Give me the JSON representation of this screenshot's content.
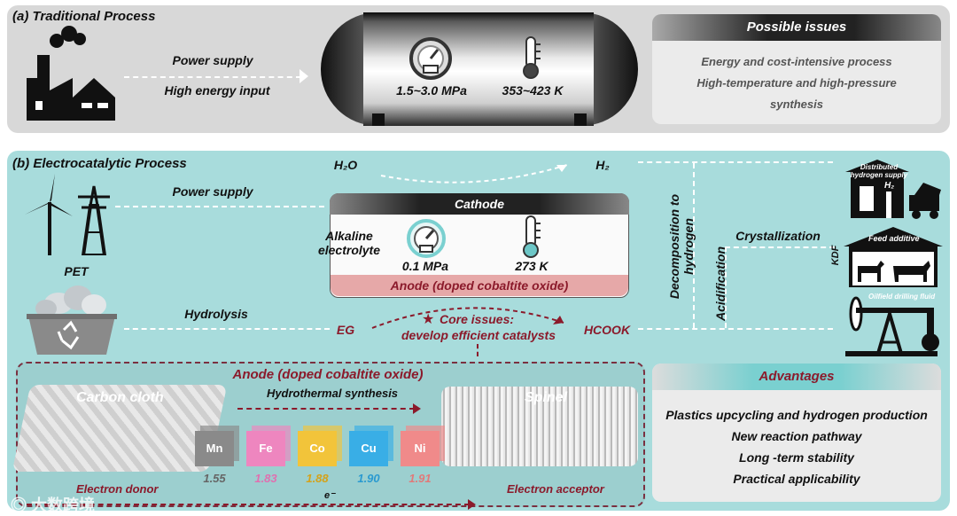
{
  "panel_a": {
    "title": "(a) Traditional Process",
    "power_supply": "Power supply",
    "high_energy": "High energy input",
    "pressure": "1.5~3.0 MPa",
    "temperature": "353~423 K",
    "issues_title": "Possible issues",
    "issues": [
      "Energy and cost-intensive process",
      "High-temperature and high-pressure",
      "synthesis"
    ]
  },
  "panel_b": {
    "title": "(b) Electrocatalytic Process",
    "power_supply": "Power supply",
    "h2o": "H₂O",
    "h2": "H₂",
    "pet": "PET",
    "hydrolysis": "Hydrolysis",
    "cathode": "Cathode",
    "electrolyte": "Alkaline electrolyte",
    "pressure": "0.1 MPa",
    "temperature": "273 K",
    "anode_bar": "Anode (doped cobaltite oxide)",
    "eg": "EG",
    "hcook": "HCOOK",
    "core_issues_1": "Core issues:",
    "core_issues_2": "develop efficient catalysts",
    "decomposition": "Decomposition to hydrogen",
    "acidification": "Acidification",
    "crystallization": "Crystallization",
    "kdf": "KDF",
    "distributed": "Distributed hydrogen supply",
    "h2_station": "H₂",
    "feed_additive": "Feed additive",
    "oilfield": "Oilfield drilling fluid"
  },
  "anode_panel": {
    "title": "Anode (doped cobaltite oxide)",
    "carbon_cloth": "Carbon cloth",
    "hydrothermal": "Hydrothermal synthesis",
    "spinel": "Spinel",
    "electron_donor": "Electron donor",
    "electron_acceptor": "Electron acceptor",
    "e_minus": "e⁻",
    "elements": [
      {
        "symbol": "Mn",
        "value": "1.55",
        "color": "#8a8a8a",
        "text": "#666666"
      },
      {
        "symbol": "Fe",
        "value": "1.83",
        "color": "#ee86bf",
        "text": "#e070b0"
      },
      {
        "symbol": "Co",
        "value": "1.88",
        "color": "#f2c43a",
        "text": "#d4a21a"
      },
      {
        "symbol": "Cu",
        "value": "1.90",
        "color": "#39aee6",
        "text": "#2a9ad0"
      },
      {
        "symbol": "Ni",
        "value": "1.91",
        "color": "#f08a8a",
        "text": "#e07a7a"
      }
    ]
  },
  "advantages": {
    "title": "Advantages",
    "items": [
      "Plastics upcycling and hydrogen production",
      "New reaction pathway",
      "Long -term stability",
      "Practical applicability"
    ]
  },
  "watermark": "大数跨境"
}
